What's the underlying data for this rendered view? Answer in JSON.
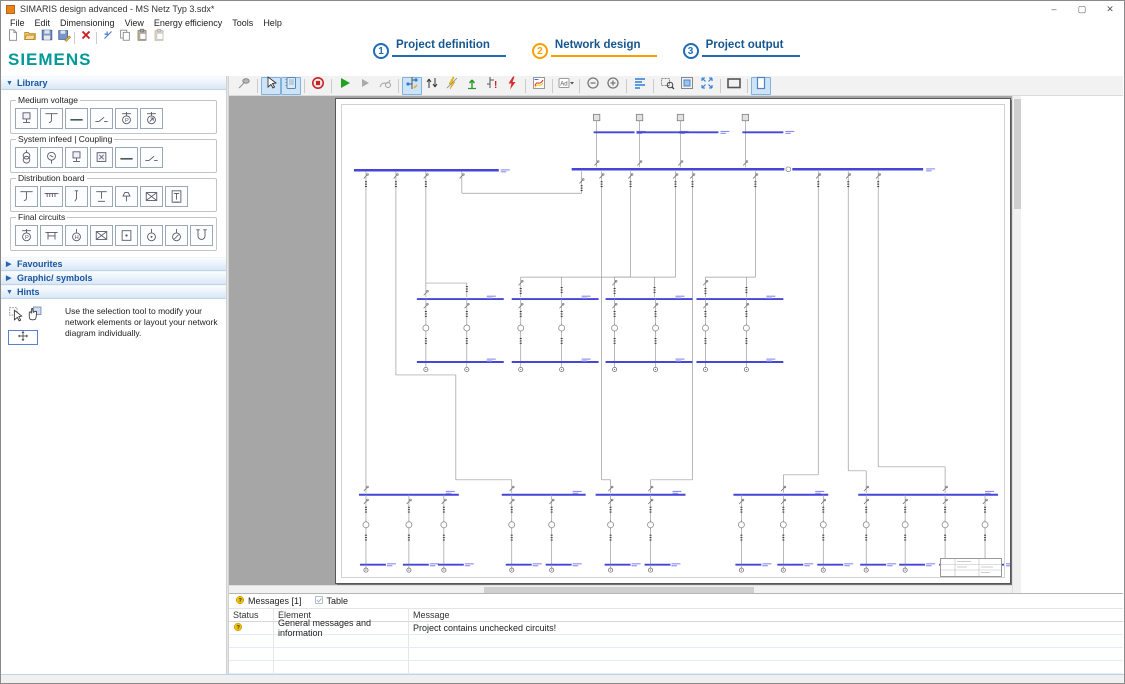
{
  "window": {
    "title": "SIMARIS design advanced - MS Netz Typ 3.sdx*",
    "controls": {
      "minimize": "–",
      "maximize": "▢",
      "close": "✕"
    }
  },
  "menu": {
    "items": [
      "File",
      "Edit",
      "Dimensioning",
      "View",
      "Energy efficiency",
      "Tools",
      "Help"
    ]
  },
  "file_toolbar": {
    "icons": [
      "new-document-icon",
      "open-folder-icon",
      "save-icon",
      "save-as-icon",
      "sep",
      "delete-icon",
      "sep",
      "cut-icon",
      "copy-icon",
      "paste-icon",
      "paste-special-icon"
    ]
  },
  "brand": {
    "logo": "SIEMENS",
    "color": "#009999"
  },
  "steps": [
    {
      "number": "1",
      "label": "Project definition",
      "color": "#1f6cb4",
      "active": false
    },
    {
      "number": "2",
      "label": "Network design",
      "color": "#f5a200",
      "active": true
    },
    {
      "number": "3",
      "label": "Project output",
      "color": "#1f6cb4",
      "active": false
    }
  ],
  "sidebar": {
    "sections": [
      {
        "id": "library",
        "label": "Library",
        "expanded": true
      },
      {
        "id": "favourites",
        "label": "Favourites",
        "expanded": false
      },
      {
        "id": "graphics",
        "label": "Graphic/ symbols",
        "expanded": false
      },
      {
        "id": "hints",
        "label": "Hints",
        "expanded": true
      }
    ],
    "library_groups": [
      {
        "label": "Medium voltage",
        "items": [
          "switchgear-panel-icon",
          "mv-outgoing-feeder-icon",
          "mv-busbar-icon",
          "mv-disconnector-icon",
          "mv-circuit-breaker-icon",
          "mv-switch-fuse-icon"
        ]
      },
      {
        "label": "System infeed | Coupling",
        "items": [
          "transformer-infeed-icon",
          "generator-infeed-icon",
          "network-infeed-icon",
          "coupling-icon",
          "lv-busbar-icon",
          "lv-disconnector-icon"
        ]
      },
      {
        "label": "Distribution board",
        "items": [
          "main-distribution-icon",
          "busbar-trunking-icon",
          "distribution-stub-icon",
          "sub-distribution-icon",
          "floor-distribution-icon",
          "distribution-box-icon",
          "cabinet-icon"
        ]
      },
      {
        "label": "Final circuits",
        "items": [
          "motor-circuit-icon",
          "elevator-circuit-icon",
          "heating-circuit-icon",
          "load-box-icon",
          "lamp-circuit-icon",
          "socket-circuit-icon",
          "pump-circuit-icon",
          "ups-circuit-icon"
        ]
      }
    ],
    "hints": {
      "icons": [
        "cursor-icon",
        "hand-cursor-icon",
        "move-icon"
      ],
      "text": "Use the selection tool to modify your network elements or layout your network diagram individually."
    }
  },
  "design_toolbar": {
    "icons": [
      {
        "name": "pin-icon"
      },
      {
        "sep": true
      },
      {
        "name": "select-arrow-icon",
        "active": true
      },
      {
        "name": "notebook-icon",
        "active": true
      },
      {
        "sep": true
      },
      {
        "name": "record-icon"
      },
      {
        "sep": true
      },
      {
        "name": "run-icon"
      },
      {
        "name": "step-run-icon"
      },
      {
        "name": "search-network-icon"
      },
      {
        "sep": true
      },
      {
        "name": "network-branch-icon",
        "active": true
      },
      {
        "name": "updown-arrows-icon"
      },
      {
        "name": "impedance-icon"
      },
      {
        "name": "energy-efficiency-icon"
      },
      {
        "name": "check-network-icon"
      },
      {
        "name": "short-circuit-icon"
      },
      {
        "sep": true
      },
      {
        "name": "selectivity-icon"
      },
      {
        "sep": true
      },
      {
        "name": "ad-dropdown-icon"
      },
      {
        "sep": true
      },
      {
        "name": "zoom-out-icon"
      },
      {
        "name": "zoom-in-icon"
      },
      {
        "sep": true
      },
      {
        "name": "align-icon"
      },
      {
        "sep": true
      },
      {
        "name": "zoom-window-icon"
      },
      {
        "name": "zoom-page-icon"
      },
      {
        "name": "zoom-fit-icon"
      },
      {
        "sep": true
      },
      {
        "name": "frame-icon"
      },
      {
        "sep": true
      },
      {
        "name": "page-portrait-icon",
        "active": true
      }
    ]
  },
  "messages": {
    "tabs": [
      {
        "icon": "question-icon",
        "label": "Messages [1]"
      },
      {
        "icon": "table-icon",
        "label": "Table"
      }
    ],
    "columns": [
      "Status",
      "Element",
      "Message"
    ],
    "rows": [
      {
        "status_icon": "question-icon",
        "element": "General messages and information",
        "message": "Project contains unchecked circuits!"
      }
    ]
  }
}
